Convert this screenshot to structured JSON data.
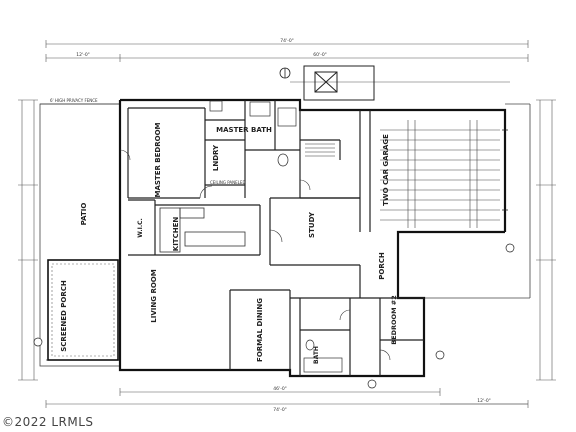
{
  "plan": {
    "rooms": {
      "master_bedroom": "MASTER BEDROOM",
      "master_bath": "MASTER BATH",
      "laundry": "LNDRY",
      "two_car_garage": "TWO CAR GARAGE",
      "patio": "PATIO",
      "study": "STUDY",
      "kitchen": "KITCHEN",
      "wic": "W.I.C.",
      "living_room": "LIVING ROOM",
      "porch": "PORCH",
      "screened_porch": "SCREENED PORCH",
      "formal_dining": "FORMAL DINING",
      "bedroom_2": "BEDROOM #2",
      "bath": "BATH"
    },
    "notes": {
      "privacy_fence": "6' HIGH PRIVACY FENCE",
      "ceiling_paneled": "CEILING PANELED"
    },
    "dimensions": {
      "top_overall": "74'-0\"",
      "top_left": "12'-0\"",
      "top_center": "60'-0\"",
      "bottom_center": "46'-0\"",
      "bottom_overall": "74'-0\"",
      "bottom_right": "12'-0\""
    }
  },
  "footer": {
    "watermark": "©2022 LRMLS"
  }
}
